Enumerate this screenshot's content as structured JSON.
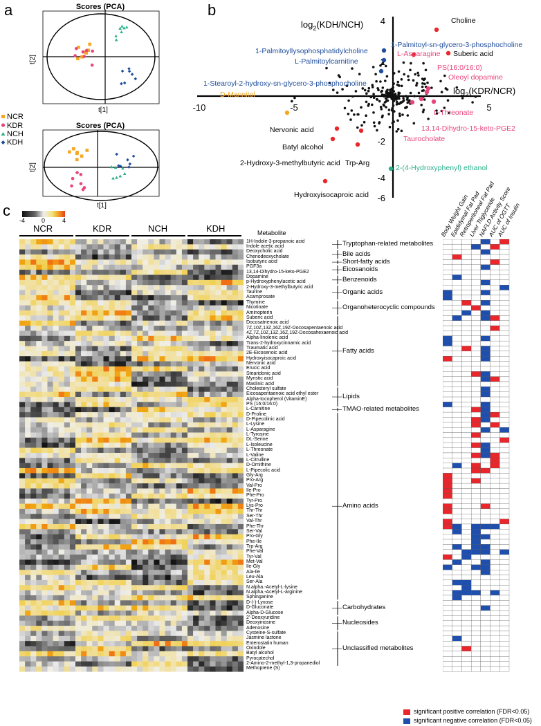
{
  "panel_a": {
    "letter": "a",
    "plot1_title": "Scores (PCA)",
    "plot2_title": "Scores (PCA)",
    "xlabel": "t[1]",
    "ylabel": "t[2]",
    "legend": [
      {
        "label": "NCR",
        "color": "#f5a623",
        "shape": "square"
      },
      {
        "label": "KDR",
        "color": "#e8457b",
        "shape": "circle"
      },
      {
        "label": "NCH",
        "color": "#2ab08a",
        "shape": "triangle"
      },
      {
        "label": "KDH",
        "color": "#1f4e9c",
        "shape": "diamond"
      }
    ]
  },
  "panel_b": {
    "letter": "b",
    "ylabel_pre": "log",
    "ylabel_sub": "2",
    "ylabel_post": "(KDH/NCH)",
    "xlabel_pre": "log",
    "xlabel_sub": "2",
    "xlabel_post": "(KDR/NCR)",
    "xticks": [
      "-10",
      "-5",
      "5"
    ],
    "yticks": [
      "4",
      "2",
      "-2",
      "-4",
      "-6"
    ],
    "labels": [
      {
        "text": "Choline",
        "color": "#000000"
      },
      {
        "text": "1-Palmitoyl-sn-glycero-3-phosphocholine",
        "color": "#1f4e9c"
      },
      {
        "text": "1-Palmitoyllysophosphatidylcholine",
        "color": "#1f4e9c"
      },
      {
        "text": "L-Palmitoylcarnitine",
        "color": "#1f4e9c"
      },
      {
        "text": "L-Asparagine",
        "color": "#e8457b"
      },
      {
        "text": "Suberic acid",
        "color": "#000000"
      },
      {
        "text": "PS(16:0/16:0)",
        "color": "#e8457b"
      },
      {
        "text": "Oleoyl dopamine",
        "color": "#e8457b"
      },
      {
        "text": "1-Stearoyl-2-hydroxy-sn-glycero-3-phosphocholine",
        "color": "#1f4e9c"
      },
      {
        "text": "D-Mannitol",
        "color": "#f5a623"
      },
      {
        "text": "L-Threonate",
        "color": "#e8457b"
      },
      {
        "text": "Nervonic acid",
        "color": "#000000"
      },
      {
        "text": "13,14-Dihydro-15-keto-PGE2",
        "color": "#e8457b"
      },
      {
        "text": "Taurocholate",
        "color": "#e8457b"
      },
      {
        "text": "Batyl alcohol",
        "color": "#000000"
      },
      {
        "text": "2-Hydroxy-3-methylbutyric acid",
        "color": "#000000"
      },
      {
        "text": "Trp-Arg",
        "color": "#000000"
      },
      {
        "text": "2-(4-Hydroxyphenyl) ethanol",
        "color": "#2ab08a"
      },
      {
        "text": "Hydroxyisocaproic acid",
        "color": "#000000"
      }
    ]
  },
  "panel_c": {
    "letter": "c",
    "scale_ticks": [
      "-4",
      "0",
      "4"
    ],
    "groups": [
      "NCR",
      "KDR",
      "NCH",
      "KDH"
    ],
    "metabolite_header": "Metabolite",
    "metabolites": [
      "1H-Indole-3-propanoic acid",
      "Indole acetic acid",
      "Deoxycholic acid",
      "Chenodeoxycholate",
      "Isobutyric acid",
      "PGF3a",
      "13,14-Dihydro-15-keto-PGE2",
      "Dopamine",
      "p-Hydroxyphenylacetic acid",
      "2-Hydroxy-3-methylbutyric acid",
      "Taurine",
      "Acamprosate",
      "Thymine",
      "Nicotinate",
      "Aminopterin",
      "Suberic acid",
      "Docosatrienoic acid",
      "7Z,10Z,13Z,16Z,19Z-Docosapentaenoic acid",
      "4Z,7Z,10Z,13Z,16Z,19Z-Docosahexaenoic acid",
      "Alpha-linolenic acid",
      "Trans-2-hydroxycinnamic acid",
      "Traumatic acid",
      "2E-Eicosenoic acid",
      "Hydroxyisocaproic acid",
      "Nervonic acid",
      "Erucic acid",
      "Stearidonic acid",
      "Myristic acid",
      "Maslinic acid",
      "Cholesteryl sulfate",
      "Eicosapentaenoic acid ethyl ester",
      "Alpha-tocopherol (VitaminE)",
      "PS (16:0/16:0)",
      "L-Carnitine",
      "D-Proline",
      "D-Pipecolinic acid",
      "L-Lysine",
      "L-Asparagine",
      "L-Tyrosine",
      "DL-Serine",
      "L-Isoleucine",
      "L-Threonate",
      "L-Valine",
      "L-Citrulline",
      "D-Ornithine",
      "L-Pipecolic acid",
      "Gly-Arg",
      "Pro-Arg",
      "Val-Pro",
      "Ile-Pro",
      "Phe-Pro",
      "Tyr-Pro",
      "Lys-Pro",
      "Thr-Thr",
      "Ser-Thr",
      "Val-Thr",
      "Phe-Thr",
      "Ser-Val",
      "Pro-Gly",
      "Phe-Ile",
      "Trp-Arg",
      "Phe-Val",
      "Tyr-Val",
      "Met-Val",
      "Ile-Gly",
      "Ala-Ile",
      "Leu-Ala",
      "Ser-Ala",
      "N.alpha.-Acetyl-L-lysine",
      "N.alpha.-Acetyl-L-arginine",
      "Sphinganine",
      "D-(-)-Lyxose",
      "D-Gluconate",
      "Alpha-D-Glucose",
      "2'-Deoxyuridine",
      "Deoxyinosine",
      "Adenosine",
      "Cysteine-S-sulfate",
      "Jasmine lactone",
      "Enterostatin human",
      "Oxindole",
      "Batyl alcohol",
      "Pyrocatechol",
      "2-Amino-2-methyl-1,3-propanediol",
      "Methoprene (S)"
    ],
    "categories": [
      {
        "label": "Tryptophan-related metabolites",
        "first": 0,
        "last": 1
      },
      {
        "label": "Bile acids",
        "first": 2,
        "last": 3
      },
      {
        "label": "Short-fatty acids",
        "first": 4,
        "last": 4
      },
      {
        "label": "Eicosanoids",
        "first": 5,
        "last": 6
      },
      {
        "label": "Benzenoids",
        "first": 7,
        "last": 8
      },
      {
        "label": "Organic acids",
        "first": 9,
        "last": 11
      },
      {
        "label": "Organoheterocyclic compounds",
        "first": 12,
        "last": 14
      },
      {
        "label": "Fatty acids",
        "first": 15,
        "last": 28
      },
      {
        "label": "Lipids",
        "first": 29,
        "last": 32
      },
      {
        "label": "TMAO-related metabolites",
        "first": 33,
        "last": 33
      },
      {
        "label": "Amino acids",
        "first": 34,
        "last": 70
      },
      {
        "label": "Carbohydrates",
        "first": 71,
        "last": 73
      },
      {
        "label": "Nucleosides",
        "first": 74,
        "last": 76
      },
      {
        "label": "Unclassified metabolites",
        "first": 77,
        "last": 83
      }
    ],
    "clinical": [
      "Body Weight Gain",
      "Epididymal Fat Pad",
      "Retroperitoneal Fat Pad",
      "Liver Triglyceride",
      "NAFLD Activity Score",
      "AUC of OGTT",
      "AUC of Insulin"
    ],
    "legend_pos": "significant positive correlation (FDR<0.05)",
    "legend_neg": "significant negative correlation (FDR<0.05)",
    "colors": {
      "pos": "#e8262b",
      "neg": "#1f4fae",
      "heat_high": "#f2c200",
      "heat_low": "#111111"
    }
  }
}
